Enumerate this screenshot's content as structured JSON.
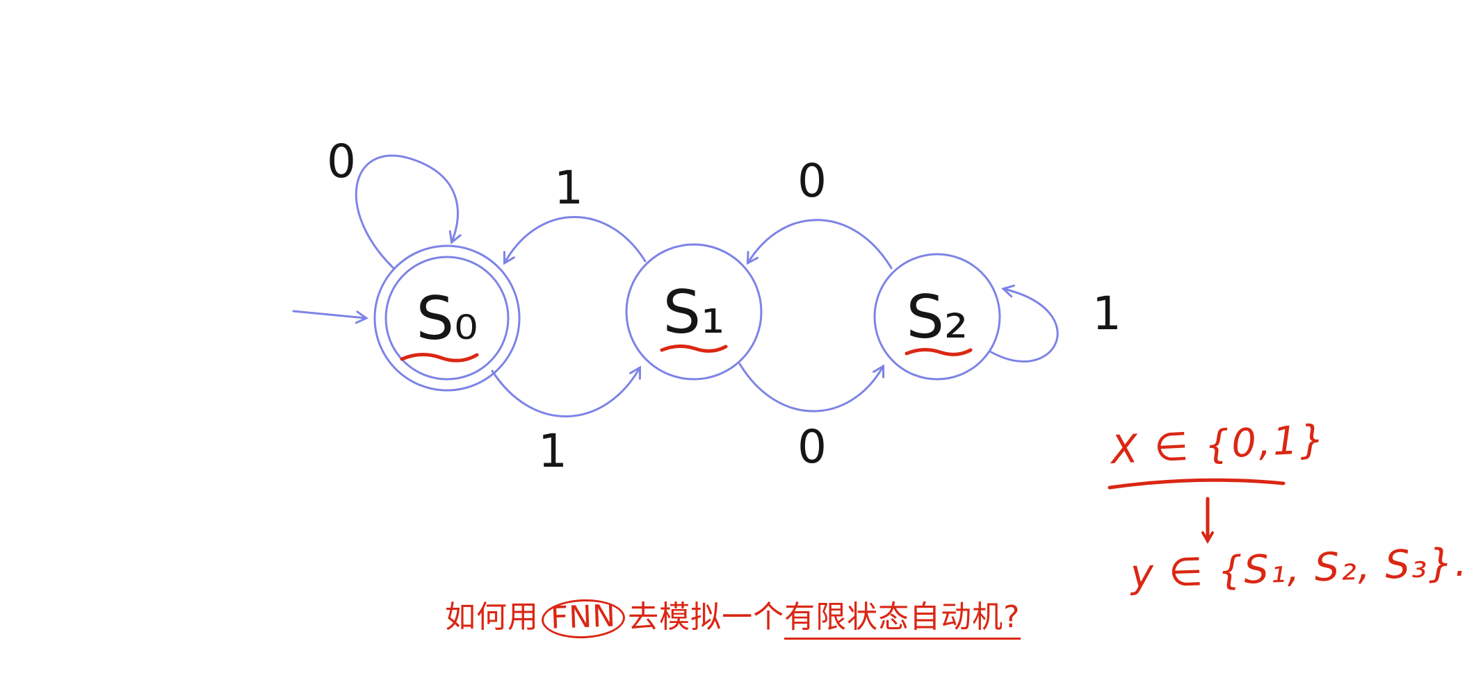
{
  "canvas": {
    "background": "#ffffff",
    "stroke_color": "#7d83e6",
    "label_color": "#161616",
    "annotation_color": "#da2714"
  },
  "fsm": {
    "states": {
      "s0": {
        "label": "S₀",
        "accepting": true,
        "start": true
      },
      "s1": {
        "label": "S₁"
      },
      "s2": {
        "label": "S₂"
      }
    },
    "edge_labels": {
      "s0_self": "0",
      "s1_to_s0": "1",
      "s2_to_s1": "0",
      "s0_to_s1": "1",
      "s1_to_s2": "0",
      "s2_self": "1"
    }
  },
  "notes": {
    "input_line": "X ∈ {0,1}",
    "output_line": "y ∈ {S₁, S₂, S₃}.",
    "question": {
      "prefix": "如何用",
      "circled": "FNN",
      "middle": "去模拟一个",
      "underlined": "有限状态自动机?"
    }
  }
}
